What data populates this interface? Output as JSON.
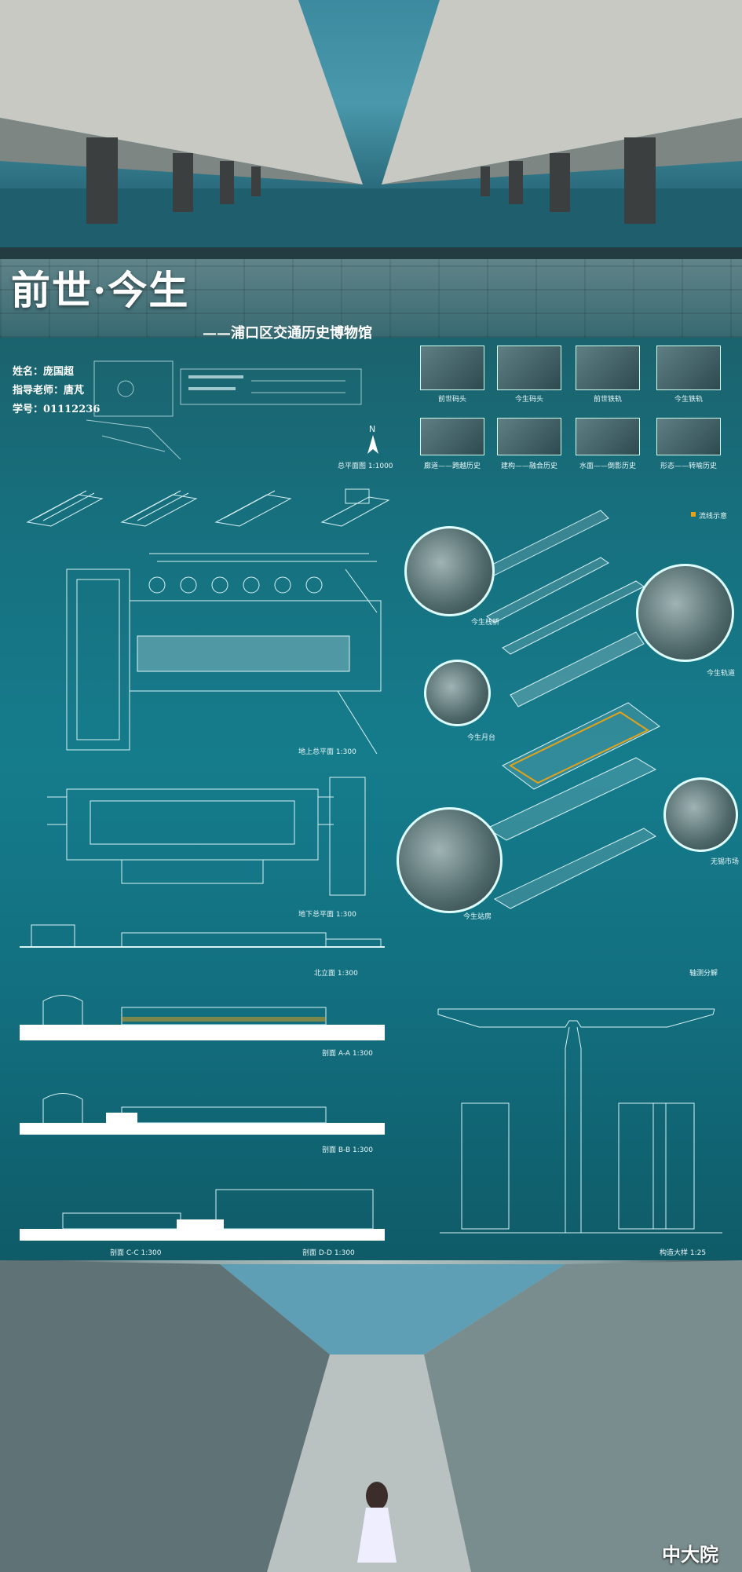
{
  "header": {
    "title": "前世·今生",
    "subtitle": "——浦口区交通历史博物馆"
  },
  "student": {
    "name": "姓名：庞国超",
    "advisor": "指导老师：唐芃",
    "id": "学号：01112236"
  },
  "thumbs_row1": [
    "前世码头",
    "今生码头",
    "前世铁轨",
    "今生铁轨"
  ],
  "thumbs_row2": [
    "廊道——跨越历史",
    "建构——融合历史",
    "水面——倒影历史",
    "形态——转喻历史"
  ],
  "site_plan": "总平面图 1:1000",
  "north": "N",
  "diagram_legend": "流线示意",
  "circles": [
    "今生栈桥",
    "今生轨道",
    "今生月台",
    "今生站房",
    "无锡市场"
  ],
  "drawings": {
    "ground_plan": "地上总平面      1:300",
    "underground_plan": "地下总平面      1:300",
    "north_elev": "北立面      1:300",
    "section_aa": "剖面 A-A      1:300",
    "section_bb": "剖面 B-B      1:300",
    "section_cc": "剖面 C-C      1:300",
    "section_dd": "剖面 D-D      1:300",
    "axon": "轴测分解",
    "detail": "构造大样      1:25"
  },
  "watermark": "中大院",
  "colors": {
    "accent": "#e3a21a",
    "board": "#157c8c"
  }
}
